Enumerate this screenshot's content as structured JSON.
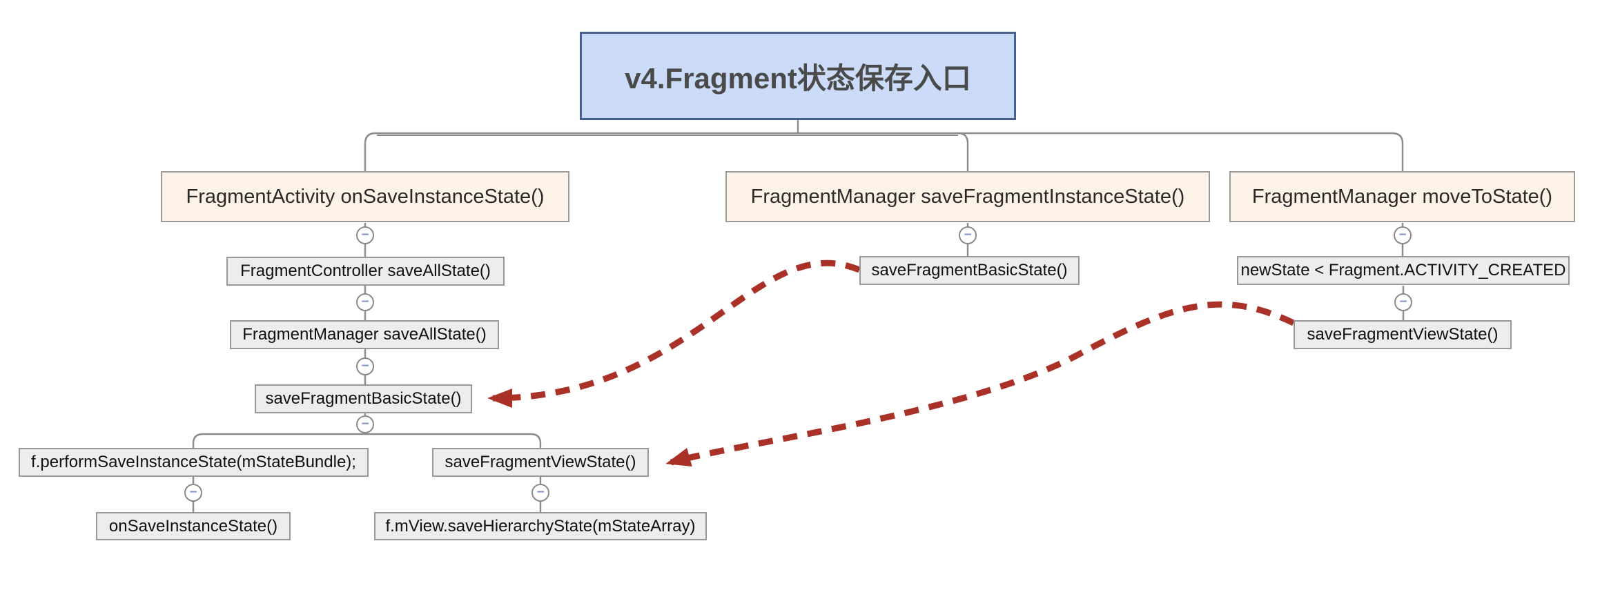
{
  "diagram": {
    "root": {
      "label": "v4.Fragment状态保存入口"
    },
    "branches": {
      "activity": {
        "label": "FragmentActivity onSaveInstanceState()"
      },
      "manager_sfis": {
        "label": "FragmentManager saveFragmentInstanceState()"
      },
      "manager_mts": {
        "label": "FragmentManager moveToState()"
      }
    },
    "nodes": {
      "controller_save_all": {
        "label": "FragmentController saveAllState()"
      },
      "manager_save_all": {
        "label": "FragmentManager saveAllState()"
      },
      "save_basic_left": {
        "label": "saveFragmentBasicState()"
      },
      "perform_save": {
        "label": "f.performSaveInstanceState(mStateBundle);"
      },
      "save_view_left": {
        "label": "saveFragmentViewState()"
      },
      "on_save": {
        "label": "onSaveInstanceState()"
      },
      "save_hierarchy": {
        "label": "f.mView.saveHierarchyState(mStateArray)"
      },
      "save_basic_mid": {
        "label": "saveFragmentBasicState()"
      },
      "new_state_check": {
        "label": "newState < Fragment.ACTIVITY_CREATED"
      },
      "save_view_right": {
        "label": "saveFragmentViewState()"
      }
    },
    "collapse_icon": {
      "glyph": "−"
    },
    "colors": {
      "root_fill": "#ccdcf8",
      "root_border": "#47618f",
      "branch_fill": "#fdf2e7",
      "branch_border": "#9b9b99",
      "node_fill": "#ededed",
      "node_border": "#989898",
      "connector": "#8a8a8a",
      "reference_arrow": "#a93128",
      "collapse_minus": "#8093c8"
    }
  }
}
